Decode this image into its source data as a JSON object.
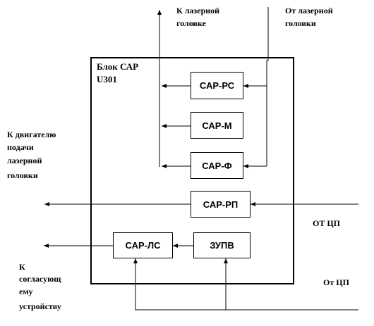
{
  "block": {
    "title_line1": "Блок САР",
    "title_line2": "U301"
  },
  "units": {
    "sar_rs": "САР-РС",
    "sar_m": "САР-М",
    "sar_f": "САР-Ф",
    "sar_rp": "САР-РП",
    "sar_ls": "САР-ЛС",
    "zupv": "ЗУПВ"
  },
  "labels": {
    "to_laser_head": [
      "К лазерной",
      "головке"
    ],
    "from_laser_head": [
      "От лазерной",
      "головки"
    ],
    "to_feed_motor": [
      "К двигателю",
      "подачи",
      "лазерной",
      "головки"
    ],
    "to_matching_device": [
      "К",
      "согласующ",
      "ему",
      "устройству"
    ],
    "from_cp_1": "ОТ ЦП",
    "from_cp_2": "От ЦП"
  }
}
